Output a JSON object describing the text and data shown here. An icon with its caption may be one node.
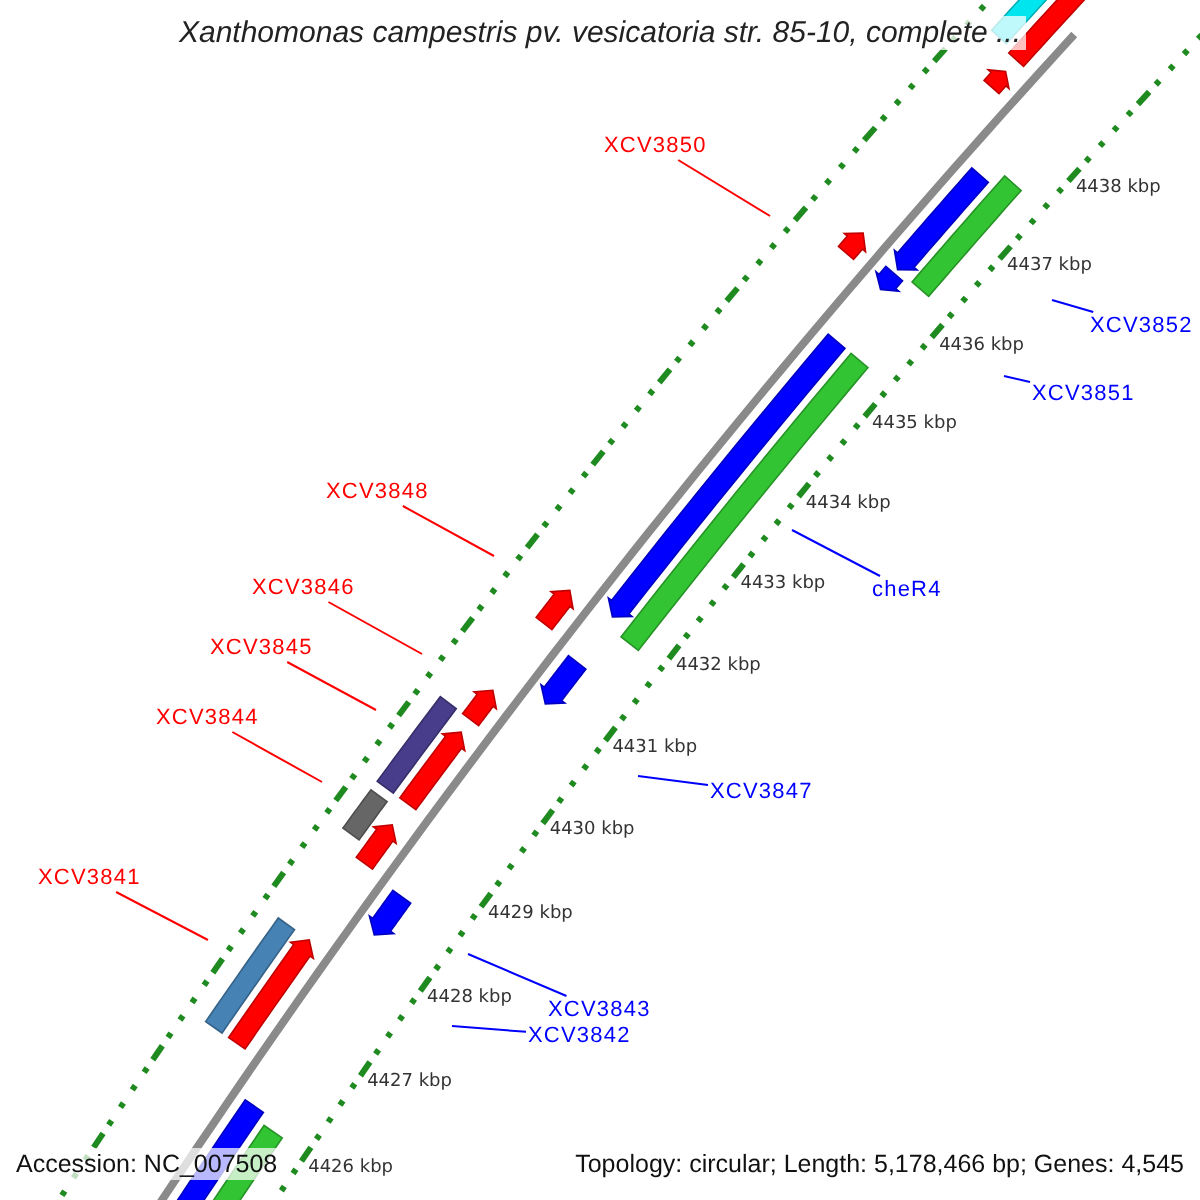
{
  "diagram": {
    "title": "Xanthomonas campestris pv. vesicatoria str. 85-10, complete ...",
    "nodes": [
      {
        "text": [
          "XCV3850"
        ]
      },
      {
        "text": [
          "XCV3852"
        ]
      },
      {
        "text": [
          "XCV3851"
        ]
      },
      {
        "text": [
          "XCV3848"
        ]
      },
      {
        "text": [
          "cheR4"
        ]
      },
      {
        "text": [
          "XCV3846"
        ]
      },
      {
        "text": [
          "XCV3845"
        ]
      },
      {
        "text": [
          "XCV3844"
        ]
      },
      {
        "text": [
          "XCV3847"
        ]
      },
      {
        "text": [
          "XCV3841"
        ]
      },
      {
        "text": [
          "XCV3843"
        ]
      },
      {
        "text": [
          "XCV3842"
        ]
      }
    ],
    "edges": [
      {
        "from": 0,
        "to": null,
        "arrow": "none",
        "color": "#ff0000"
      },
      {
        "from": 1,
        "to": null,
        "arrow": "none",
        "color": "#0000ff"
      },
      {
        "from": 2,
        "to": null,
        "arrow": "none",
        "color": "#0000ff"
      },
      {
        "from": 3,
        "to": null,
        "arrow": "none",
        "color": "#ff0000"
      },
      {
        "from": 4,
        "to": null,
        "arrow": "none",
        "color": "#0000ff"
      },
      {
        "from": 5,
        "to": null,
        "arrow": "none",
        "color": "#ff0000"
      },
      {
        "from": 6,
        "to": null,
        "arrow": "none",
        "color": "#ff0000"
      },
      {
        "from": 7,
        "to": null,
        "arrow": "none",
        "color": "#ff0000"
      },
      {
        "from": 8,
        "to": null,
        "arrow": "none",
        "color": "#0000ff"
      },
      {
        "from": 9,
        "to": null,
        "arrow": "none",
        "color": "#ff0000"
      },
      {
        "from": 10,
        "to": null,
        "arrow": "none",
        "color": "#0000ff"
      },
      {
        "from": 11,
        "to": null,
        "arrow": "none",
        "color": "#0000ff"
      }
    ],
    "labels": [
      "4438 kbp",
      "4437 kbp",
      "4436 kbp",
      "4435 kbp",
      "4434 kbp",
      "4433 kbp",
      "4432 kbp",
      "4431 kbp",
      "4430 kbp",
      "4429 kbp",
      "4428 kbp",
      "4427 kbp",
      "4426 kbp",
      "Accession: NC_007508",
      "Topology: circular; Length: 5,178,466 bp; Genes: 4,545"
    ]
  }
}
